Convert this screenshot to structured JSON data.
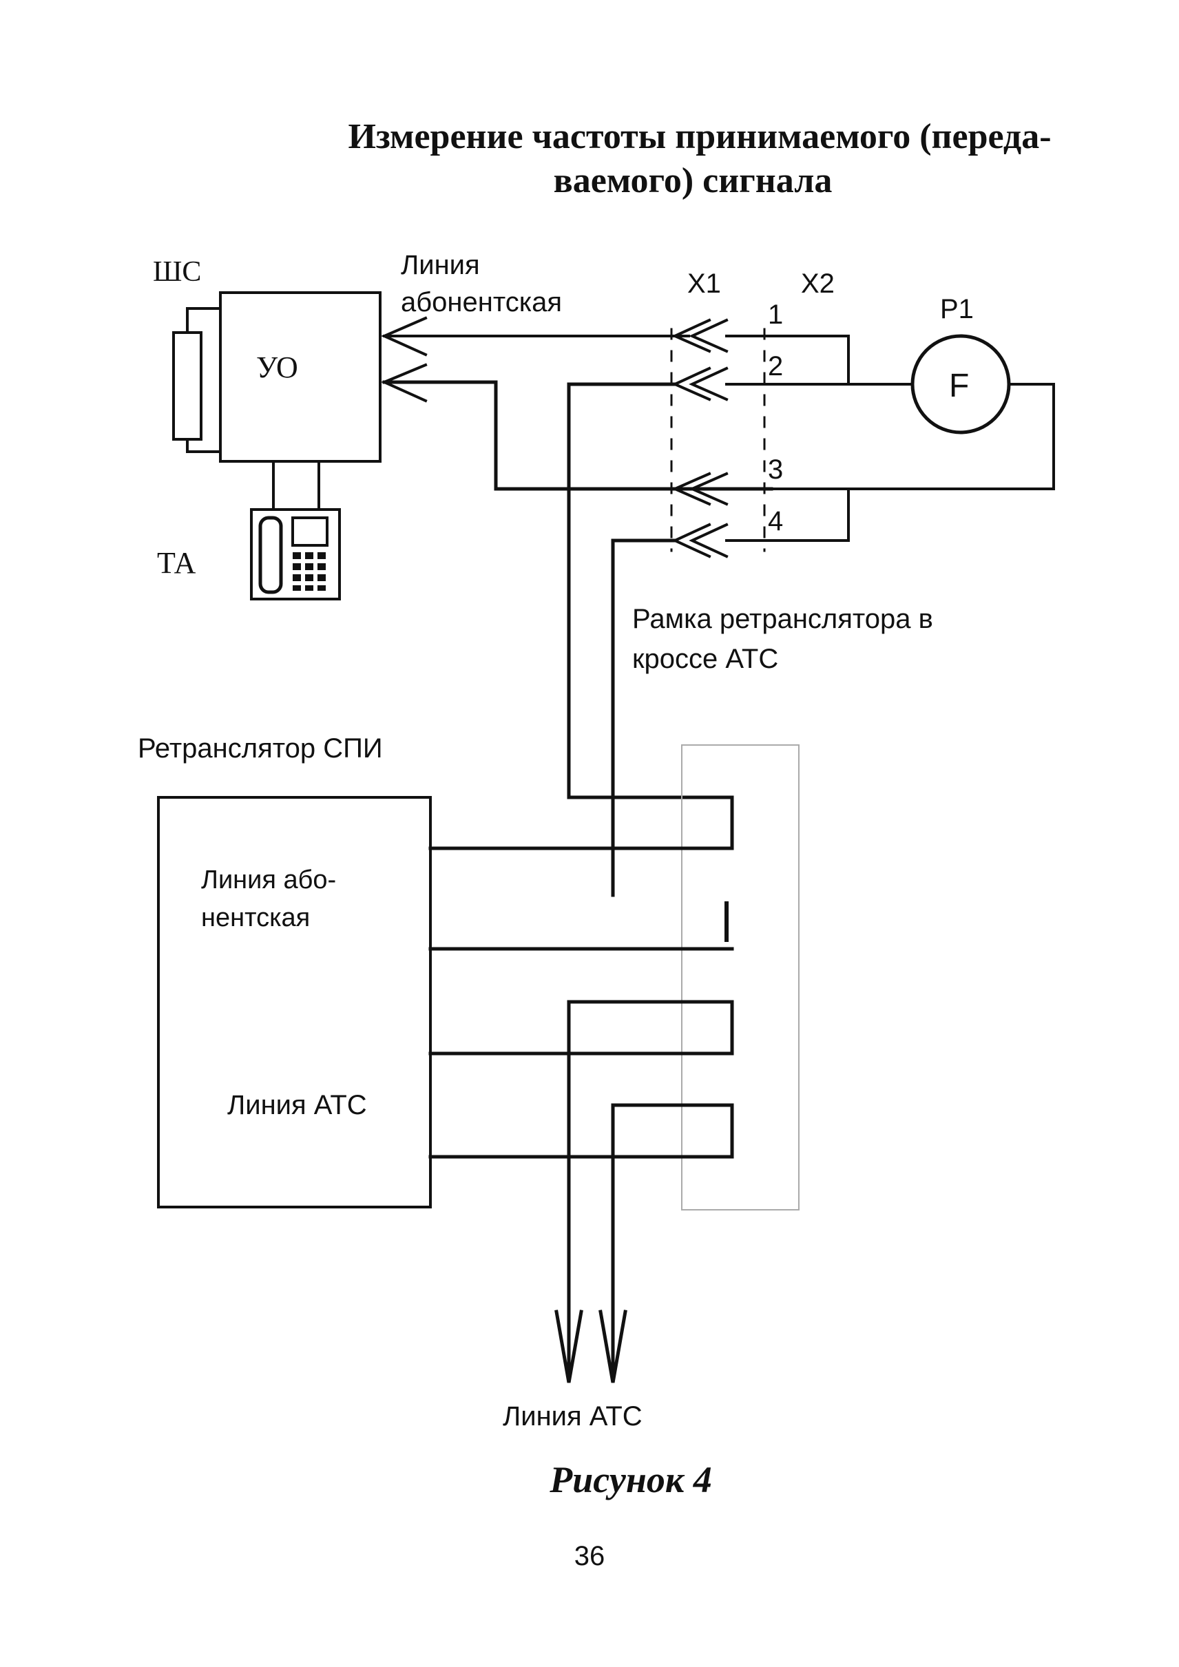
{
  "title": {
    "line1": "Измерение частоты принимаемого (переда-",
    "line2": "ваемого) сигнала"
  },
  "labels": {
    "shs": "ШС",
    "uo": "УО",
    "ta": "ТА",
    "line_subscriber_top_1": "Линия",
    "line_subscriber_top_2": "абонентская",
    "x1": "X1",
    "x2": "X2",
    "p1": "P1",
    "f": "F",
    "pin1": "1",
    "pin2": "2",
    "pin3": "3",
    "pin4": "4",
    "frame_1": "Рамка ретранслятора в",
    "frame_2": "кроссе АТС",
    "repeater": "Ретранслятор СПИ",
    "box_subscriber_1": "Линия або-",
    "box_subscriber_2": "нентская",
    "box_ats": "Линия АТС",
    "bottom_ats": "Линия АТС"
  },
  "caption": "Рисунок 4",
  "page_number": "36"
}
